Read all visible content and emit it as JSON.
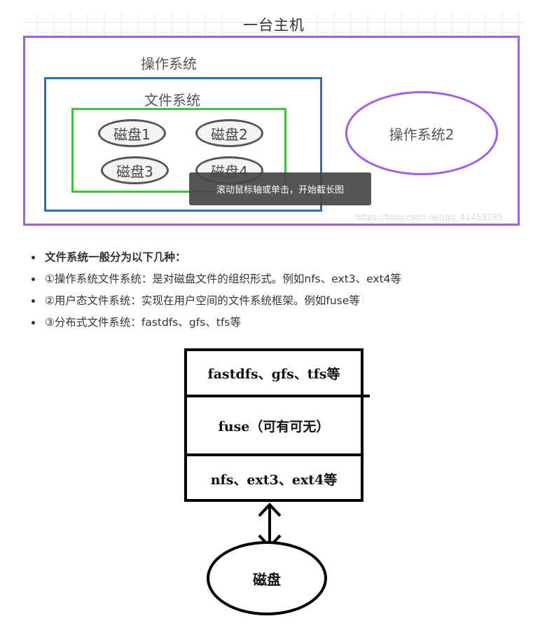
{
  "top_diagram": {
    "host_title": "一台主机",
    "os_label": "操作系统",
    "fs_label": "文件系统",
    "disks": [
      "磁盘1",
      "磁盘2",
      "磁盘3",
      "磁盘4"
    ],
    "os2_label": "操作系统2",
    "tooltip": "滚动鼠标轴或单击，开始截长图",
    "watermark": "https://blog.csdn.net/qq_41453285",
    "colors": {
      "host": "#a35bf0",
      "fs": "#2a6eb8",
      "disk_group": "#3cc53c"
    }
  },
  "bullets": [
    "文件系统一般分为以下几种：",
    "①操作系统文件系统：是对磁盘文件的组织形式。例如nfs、ext3、ext4等",
    "②用户态文件系统：实现在用户空间的文件系统框架。例如fuse等",
    "③分布式文件系统：fastdfs、gfs、tfs等"
  ],
  "bottom_diagram": {
    "layers": [
      "fastdfs、gfs、tfs等",
      "fuse（可有可无）",
      "nfs、ext3、ext4等"
    ],
    "disk_label": "磁盘"
  }
}
